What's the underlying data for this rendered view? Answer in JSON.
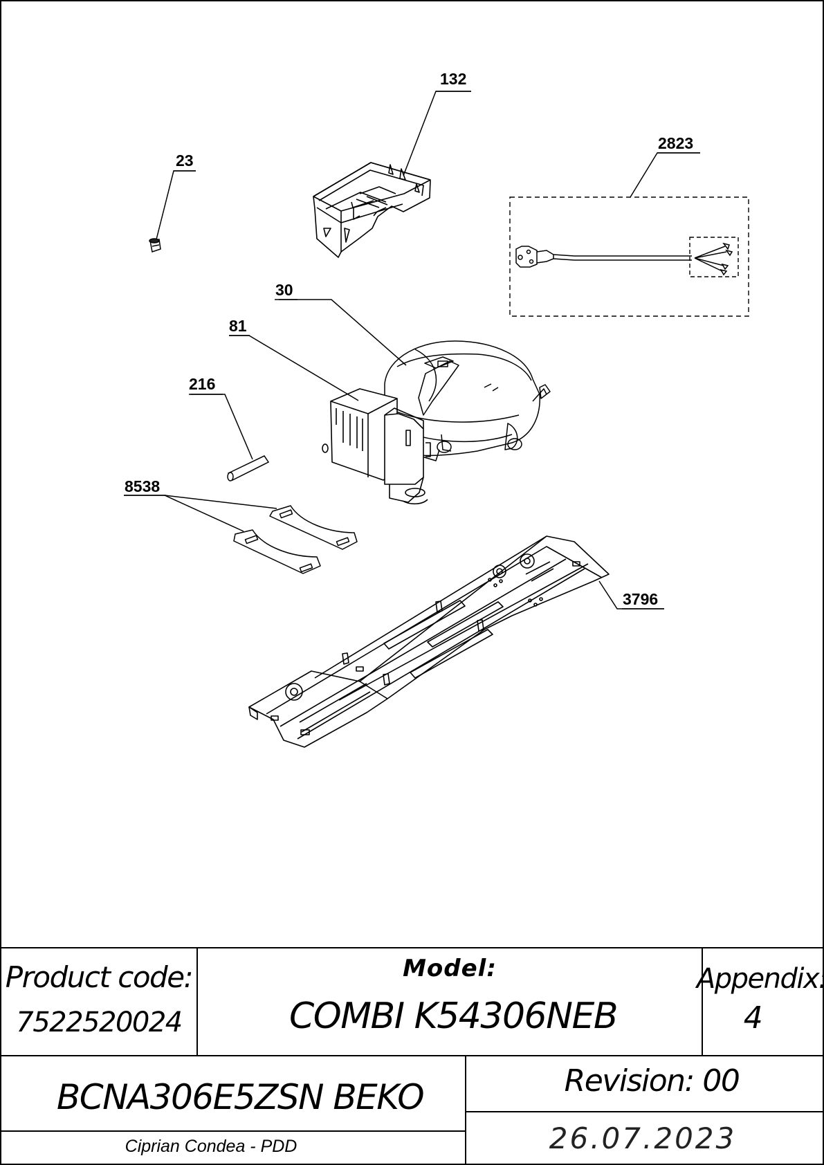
{
  "callouts": {
    "c132": "132",
    "c23": "23",
    "c2823": "2823",
    "c30": "30",
    "c81": "81",
    "c216": "216",
    "c8538": "8538",
    "c3796": "3796"
  },
  "title_block": {
    "product_code_label": "Product code:",
    "product_code_value": "7522520024",
    "model_label": "Model:",
    "model_value": "COMBI K54306NEB",
    "appendix_label": "Appendix:",
    "appendix_value": "4",
    "product_name": "BCNA306E5ZSN BEKO",
    "revision": "Revision: 00",
    "author": "Ciprian Condea - PDD",
    "date": "26.07.2023"
  }
}
